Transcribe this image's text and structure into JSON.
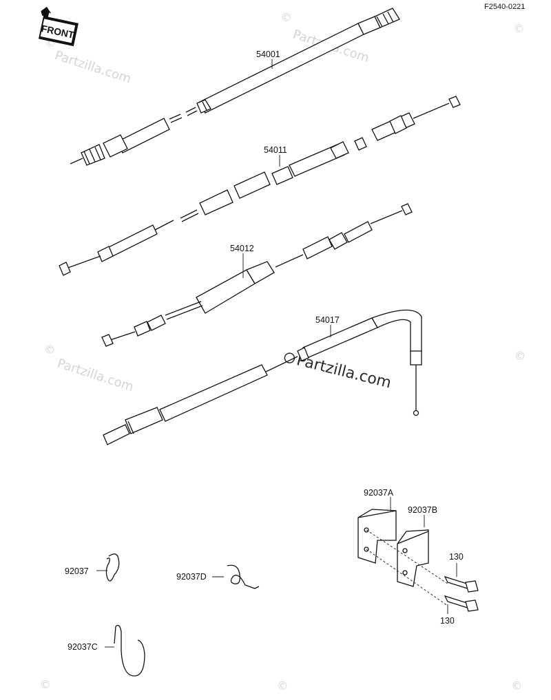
{
  "diagram_code": "F2540-0221",
  "front_label": "FRONT",
  "watermark": {
    "small": "Partzilla.com",
    "copyright": "©",
    "main": "Partzilla.com"
  },
  "parts": {
    "p54001": "54001",
    "p54011": "54011",
    "p54012": "54012",
    "p54017": "54017",
    "p92037A": "92037A",
    "p92037B": "92037B",
    "p130a": "130",
    "p130b": "130",
    "p92037": "92037",
    "p92037D": "92037D",
    "p92037C": "92037C"
  }
}
